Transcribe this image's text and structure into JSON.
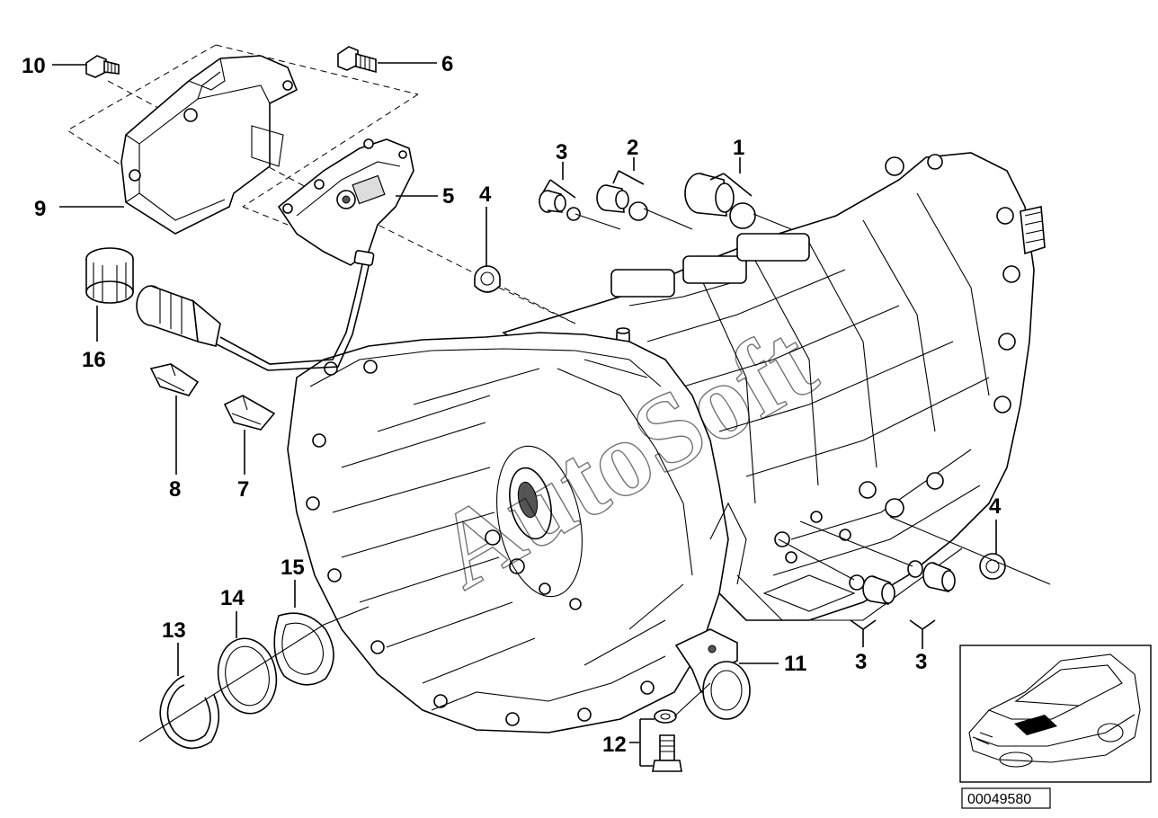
{
  "labels": {
    "l1": "1",
    "l2": "2",
    "l3a": "3",
    "l3b": "3",
    "l3c": "3",
    "l4a": "4",
    "l4b": "4",
    "l5": "5",
    "l6": "6",
    "l7": "7",
    "l8": "8",
    "l9": "9",
    "l10": "10",
    "l11": "11",
    "l12": "12",
    "l13": "13",
    "l14": "14",
    "l15": "15",
    "l16": "16"
  },
  "watermark": "AutoSoft",
  "diagram_ref": "00049580"
}
